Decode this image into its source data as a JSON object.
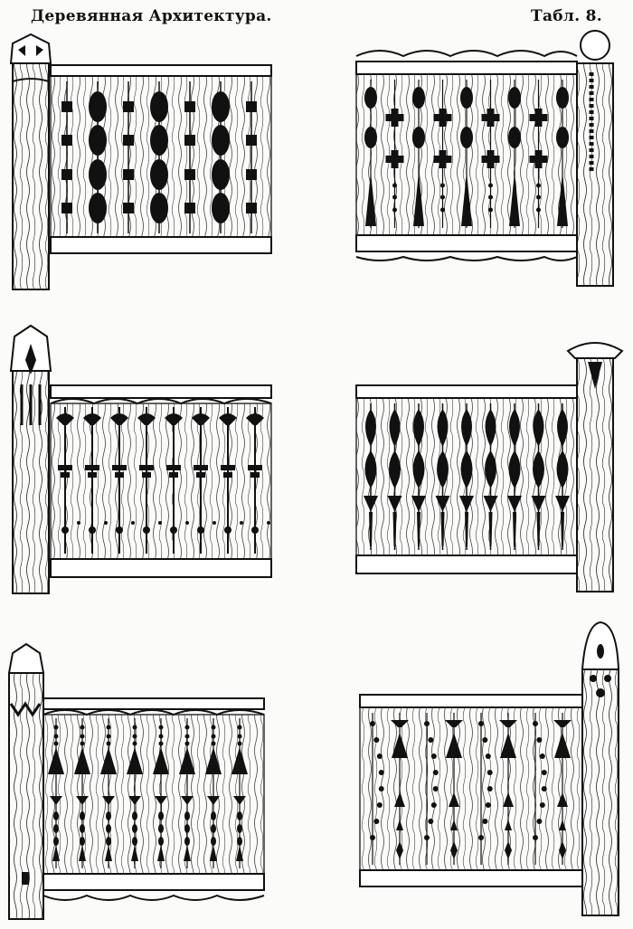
{
  "header": {
    "title": "Деревянная Архитектура.",
    "plate": "Табл. 8."
  },
  "colors": {
    "ink": "#111111",
    "paper": "#fbfbf9"
  },
  "panels": [
    {
      "id": "railing-1",
      "post_side": "left",
      "motif": "rounded-balusters-with-squares"
    },
    {
      "id": "railing-2",
      "post_side": "right",
      "motif": "ovals-crosses-and-flares"
    },
    {
      "id": "railing-3",
      "post_side": "left",
      "motif": "hooks-and-dots"
    },
    {
      "id": "railing-4",
      "post_side": "right",
      "motif": "tulips"
    },
    {
      "id": "railing-5",
      "post_side": "left",
      "motif": "arrows-and-dots"
    },
    {
      "id": "railing-6",
      "post_side": "right",
      "motif": "flares-and-dot-arcs"
    }
  ]
}
